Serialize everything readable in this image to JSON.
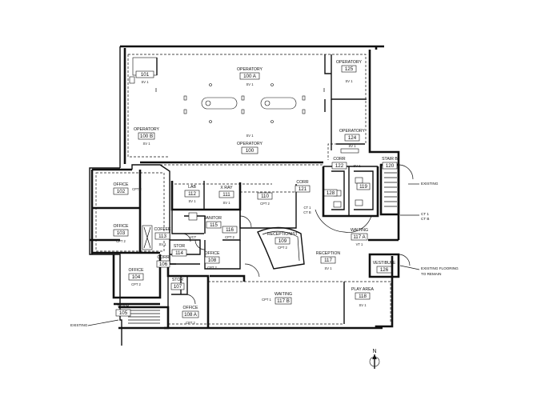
{
  "rooms": {
    "operatory_100a": {
      "name": "OPERATORY",
      "number": "100 A",
      "finish": "SV 1"
    },
    "operatory_100": {
      "name": "OPERATORY",
      "number": "100",
      "finish": "SV 1"
    },
    "operatory_100b": {
      "name": "OPERATORY",
      "number": "100 B",
      "finish": "SV 1"
    },
    "r101": {
      "number": "101",
      "finish": "SV 1"
    },
    "office_102": {
      "name": "OFFICE",
      "number": "102",
      "finish": "CPT 2"
    },
    "office_103": {
      "name": "OFFICE",
      "number": "103",
      "finish": "CPT 2"
    },
    "office_104": {
      "name": "OFFICE",
      "number": "104",
      "finish": "CPT 2"
    },
    "stair_105": {
      "name": "STAIR",
      "number": "105"
    },
    "corr_106": {
      "name": "CORR",
      "number": "106"
    },
    "stor_107": {
      "name": "STOR",
      "number": "107"
    },
    "office_108a": {
      "name": "OFFICE",
      "number": "108 A",
      "finish": "CPT 2"
    },
    "office_108": {
      "name": "OFFICE",
      "number": "108",
      "finish": "CPT 2"
    },
    "receptionist_109": {
      "name": "RECEPTIONIST",
      "number": "109",
      "finish": "CPT 2"
    },
    "r110": {
      "number": "110",
      "finish": "CPT 2"
    },
    "xray_111": {
      "name": "X RAY",
      "number": "111",
      "finish": "SV 1"
    },
    "lab_112": {
      "name": "LAB",
      "number": "112",
      "finish": "SV 1"
    },
    "coffee_113": {
      "name": "COFFEE",
      "number": "113",
      "finish": "SV 1"
    },
    "stor_114": {
      "name": "STOR",
      "number": "114"
    },
    "janitor_115": {
      "name": "JANITOR",
      "number": "115",
      "finish": "VCT"
    },
    "r116": {
      "number": "116",
      "finish": "CPT 2"
    },
    "reception_117": {
      "name": "RECEPTION",
      "number": "117",
      "finish": "SV 1"
    },
    "waiting_117a": {
      "name": "WAITING",
      "number": "117 A",
      "finish": "VT 1"
    },
    "waiting_117b": {
      "name": "WAITING",
      "number": "117 B",
      "finish": "CPT 1"
    },
    "play_118": {
      "name": "PLAY AREA",
      "number": "118",
      "finish": "SV 1"
    },
    "corr_121": {
      "name": "CORR",
      "number": "121"
    },
    "corr_122": {
      "name": "CORR",
      "number": "122",
      "finish": "SV 1"
    },
    "op_124": {
      "name": "OPERATORY",
      "number": "124",
      "finish": "SV 1"
    },
    "op_125": {
      "name": "OPERATORY",
      "number": "125",
      "finish": "SV 1"
    },
    "vest_126": {
      "name": "VESTIBULE",
      "number": "126"
    },
    "stair_b": {
      "name": "STAIR B",
      "number": "120"
    },
    "toilet_1": {
      "number": "128"
    },
    "toilet_2": {
      "number": "119"
    }
  },
  "finish_tags": {
    "vct": "VCT",
    "ct1": "CT 1",
    "ctb": "CT B"
  },
  "notes": {
    "existing_left": "EXISTING",
    "existing_right": "EXISTING",
    "ct_right": "CT 1\nCT B",
    "flooring_line1": "EXISTING FLOORING",
    "flooring_line2": "TO REMAIN"
  },
  "north": {
    "label": "N"
  }
}
